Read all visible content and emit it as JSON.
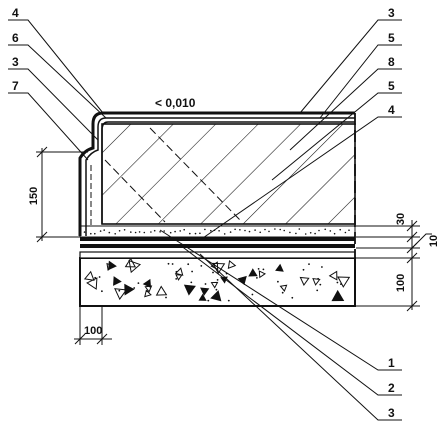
{
  "diagram": {
    "elevation_label": "< 0,010",
    "colors": {
      "ink": "#111111",
      "paper": "#ffffff"
    },
    "callouts_left": [
      "4",
      "6",
      "3",
      "7"
    ],
    "callouts_right_top": [
      "3",
      "5",
      "8",
      "5",
      "4"
    ],
    "callouts_bottom": [
      "1",
      "2",
      "3"
    ],
    "dimensions": {
      "plinth_height": "150",
      "screed_thickness": "30",
      "membrane_thickness": "10",
      "slab_thickness": "100",
      "plinth_offset": "100"
    }
  }
}
